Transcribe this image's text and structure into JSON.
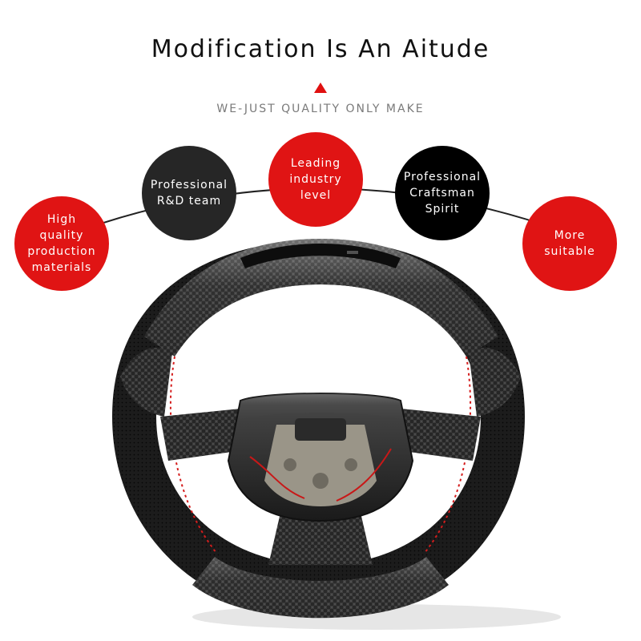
{
  "header": {
    "title": "Modification Is An Aitude",
    "subtitle": "WE-JUST QUALITY ONLY MAKE"
  },
  "features": [
    {
      "label": "High\nquality\nproduction\nmaterials",
      "color": "#e01414"
    },
    {
      "label": "Professional\nR&D team",
      "color": "#262626"
    },
    {
      "label": "Leading\nindustry\nlevel",
      "color": "#e01414"
    },
    {
      "label": "Professional\nCraftsman\nSpirit",
      "color": "#000000"
    },
    {
      "label": "More\nsuitable",
      "color": "#e01414"
    }
  ],
  "colors": {
    "accent": "#e01010",
    "carbon": "#2b2b2b",
    "leather": "#1c1c1c",
    "stitch": "#d41c1c"
  },
  "image": {
    "subject": "carbon-fiber-steering-wheel"
  }
}
